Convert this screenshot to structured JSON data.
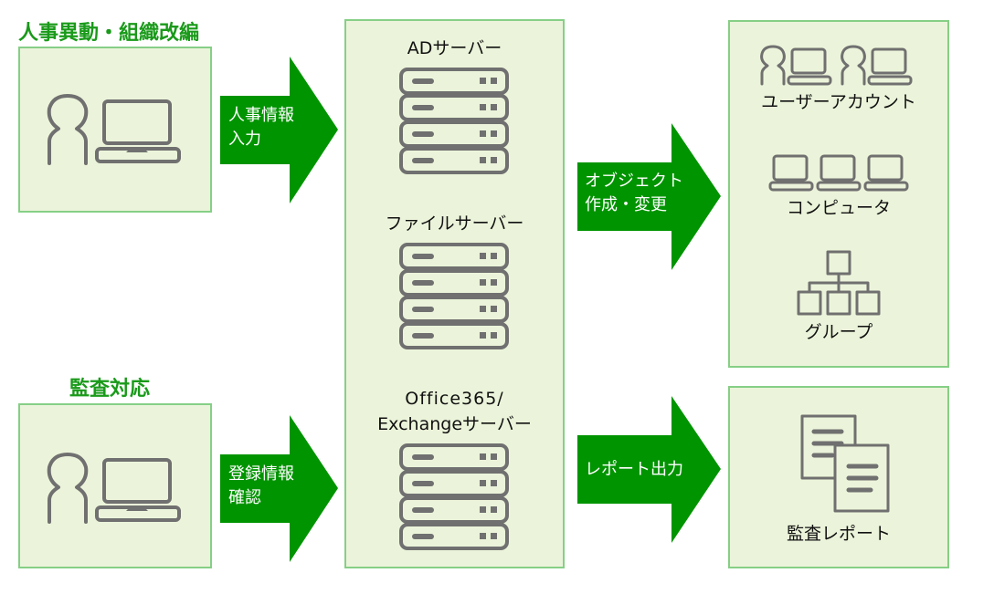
{
  "colors": {
    "arrow": "#009400",
    "title": "#1a9a1a",
    "box_fill": "#ebf4da",
    "box_border": "#86cf86",
    "icon": "#707070"
  },
  "sources": [
    {
      "title": "人事異動・組織改編",
      "icon": "user-computer-icon"
    },
    {
      "title": "監査対応",
      "icon": "user-computer-icon"
    }
  ],
  "input_arrows": [
    {
      "lines": [
        "人事情報",
        "入力"
      ]
    },
    {
      "lines": [
        "登録情報",
        "確認"
      ]
    }
  ],
  "servers": [
    {
      "label_lines": [
        "ADサーバー"
      ],
      "icon": "server-rack-icon"
    },
    {
      "label_lines": [
        "ファイルサーバー"
      ],
      "icon": "server-rack-icon"
    },
    {
      "label_lines": [
        "Office365/",
        "Exchangeサーバー"
      ],
      "icon": "server-rack-icon"
    }
  ],
  "output_arrows": [
    {
      "lines": [
        "オブジェクト",
        "作成・変更"
      ]
    },
    {
      "lines": [
        "レポート出力"
      ]
    }
  ],
  "objects": [
    {
      "label": "ユーザーアカウント",
      "icon": "user-accounts-icon"
    },
    {
      "label": "コンピュータ",
      "icon": "computers-icon"
    },
    {
      "label": "グループ",
      "icon": "group-hierarchy-icon"
    }
  ],
  "report": {
    "label": "監査レポート",
    "icon": "documents-icon"
  }
}
